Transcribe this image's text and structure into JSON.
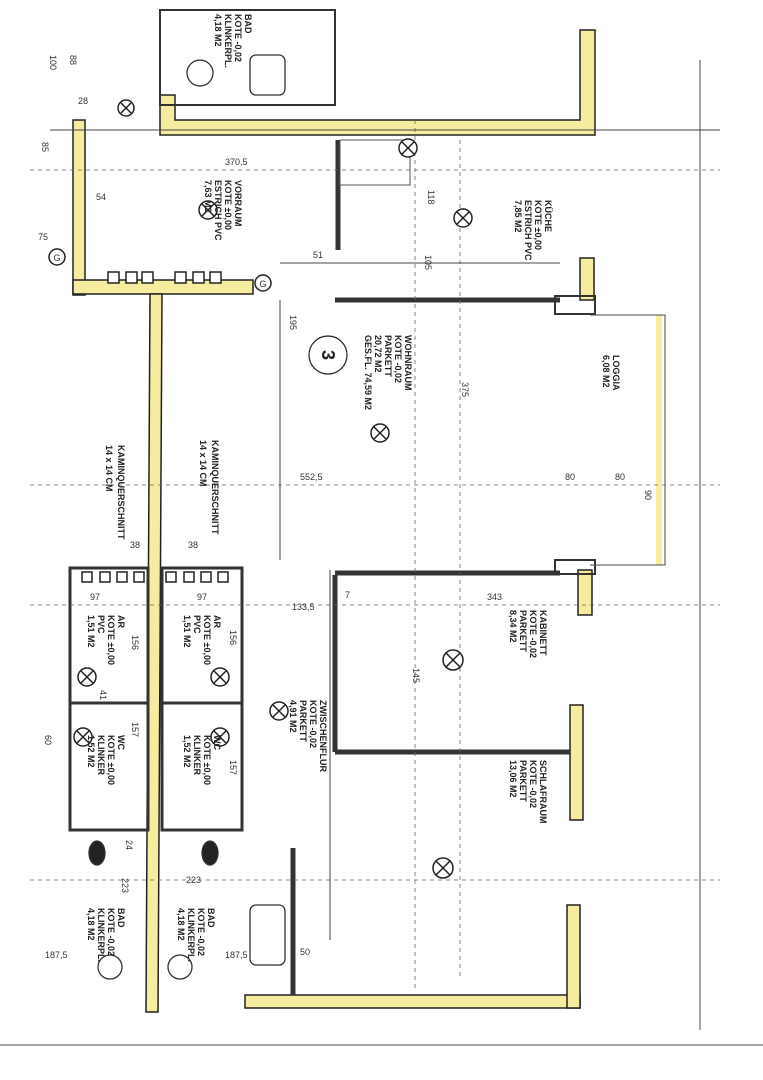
{
  "plan": {
    "unit_number": "3",
    "rooms": [
      {
        "id": "wohnraum",
        "lines": [
          "WOHNRAUM",
          "KOTE -0,02",
          "PARKETT",
          "20,72 M2",
          "GES.FL. 74,59 M2"
        ]
      },
      {
        "id": "kueche",
        "lines": [
          "KÜCHE",
          "KOTE ±0,00",
          "ESTRICH PVC",
          "7,85 M2"
        ]
      },
      {
        "id": "vorraum",
        "lines": [
          "VORRAUM",
          "KOTE ±0,00",
          "ESTRICH PVC",
          "7,63 M2"
        ]
      },
      {
        "id": "loggia",
        "lines": [
          "LOGGIA",
          "6,08 M2"
        ]
      },
      {
        "id": "kabinett",
        "lines": [
          "KABINETT",
          "KOTE -0,02",
          "PARKETT",
          "8,34 M2"
        ]
      },
      {
        "id": "schlafraum",
        "lines": [
          "SCHLAFRAUM",
          "KOTE -0,02",
          "PARKETT",
          "13,06 M2"
        ]
      },
      {
        "id": "zwischenflur",
        "lines": [
          "ZWISCHENFLUR",
          "KOTE -0,02",
          "PARKETT",
          "4,91 M2"
        ]
      },
      {
        "id": "ar-left",
        "lines": [
          "AR",
          "KOTE ±0,00",
          "PVC",
          "1,51 M2"
        ]
      },
      {
        "id": "ar-right",
        "lines": [
          "AR",
          "KOTE ±0,00",
          "PVC",
          "1,51 M2"
        ]
      },
      {
        "id": "wc-left",
        "lines": [
          "WC",
          "KOTE ±0,00",
          "KLINKER",
          "1,52 M2"
        ]
      },
      {
        "id": "wc-right",
        "lines": [
          "WC",
          "KOTE ±0,00",
          "KLINKER",
          "1,52 M2"
        ]
      },
      {
        "id": "bad-left",
        "lines": [
          "BAD",
          "KOTE -0,02",
          "KLINKERPL.",
          "4,18 M2"
        ]
      },
      {
        "id": "bad-right",
        "lines": [
          "BAD",
          "KOTE -0,02",
          "KLINKERPL.",
          "4,18 M2"
        ]
      },
      {
        "id": "bad-top",
        "lines": [
          "BAD",
          "KOTE -0,02",
          "KLINKERPL.",
          "4,18 M2"
        ]
      }
    ],
    "chimney_labels": [
      "KAMINQUERSCHNITT",
      "14 x 14 CM"
    ],
    "dimensions": [
      "370,5",
      "375",
      "552,5",
      "343",
      "133,5",
      "145",
      "118",
      "105",
      "97",
      "97",
      "156",
      "156",
      "157",
      "157",
      "223",
      "223",
      "187,5",
      "187,5",
      "80",
      "80",
      "90",
      "38",
      "38",
      "51",
      "41",
      "7",
      "195",
      "60",
      "50",
      "24",
      "54",
      "28",
      "88",
      "75",
      "85",
      "100"
    ],
    "symbols": [
      "G",
      "G",
      "3"
    ]
  }
}
